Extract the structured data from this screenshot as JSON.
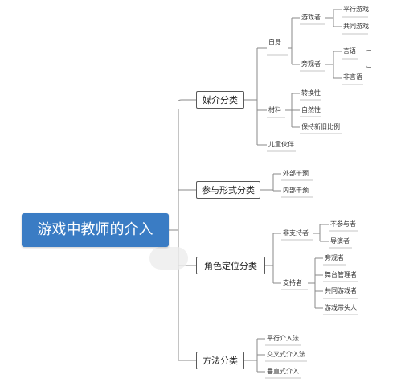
{
  "root": "游戏中教师的介入",
  "branches": {
    "media": {
      "label": "媒介分类",
      "self": {
        "label": "自身",
        "player": {
          "label": "游戏者",
          "items": [
            "平行游戏",
            "共同游戏"
          ]
        },
        "observer": {
          "label": "旁观者",
          "items": [
            "言语",
            "非言语"
          ]
        }
      },
      "material": {
        "label": "材料",
        "items": [
          "转换性",
          "自然性",
          "保持新旧比例"
        ]
      },
      "partner": "儿童伙伴"
    },
    "participation": {
      "label": "参与形式分类",
      "items": [
        "外部干预",
        "内部干预"
      ]
    },
    "role": {
      "label": "角色定位分类",
      "nonsupporter": {
        "label": "非支持者",
        "items": [
          "不参与者",
          "导演者"
        ]
      },
      "supporter": {
        "label": "支持者",
        "items": [
          "旁观者",
          "舞台管理者",
          "共同游戏者",
          "游戏带头人"
        ]
      }
    },
    "method": {
      "label": "方法分类",
      "items": [
        "平行介入法",
        "交叉式介入法",
        "垂直式介入"
      ]
    }
  }
}
